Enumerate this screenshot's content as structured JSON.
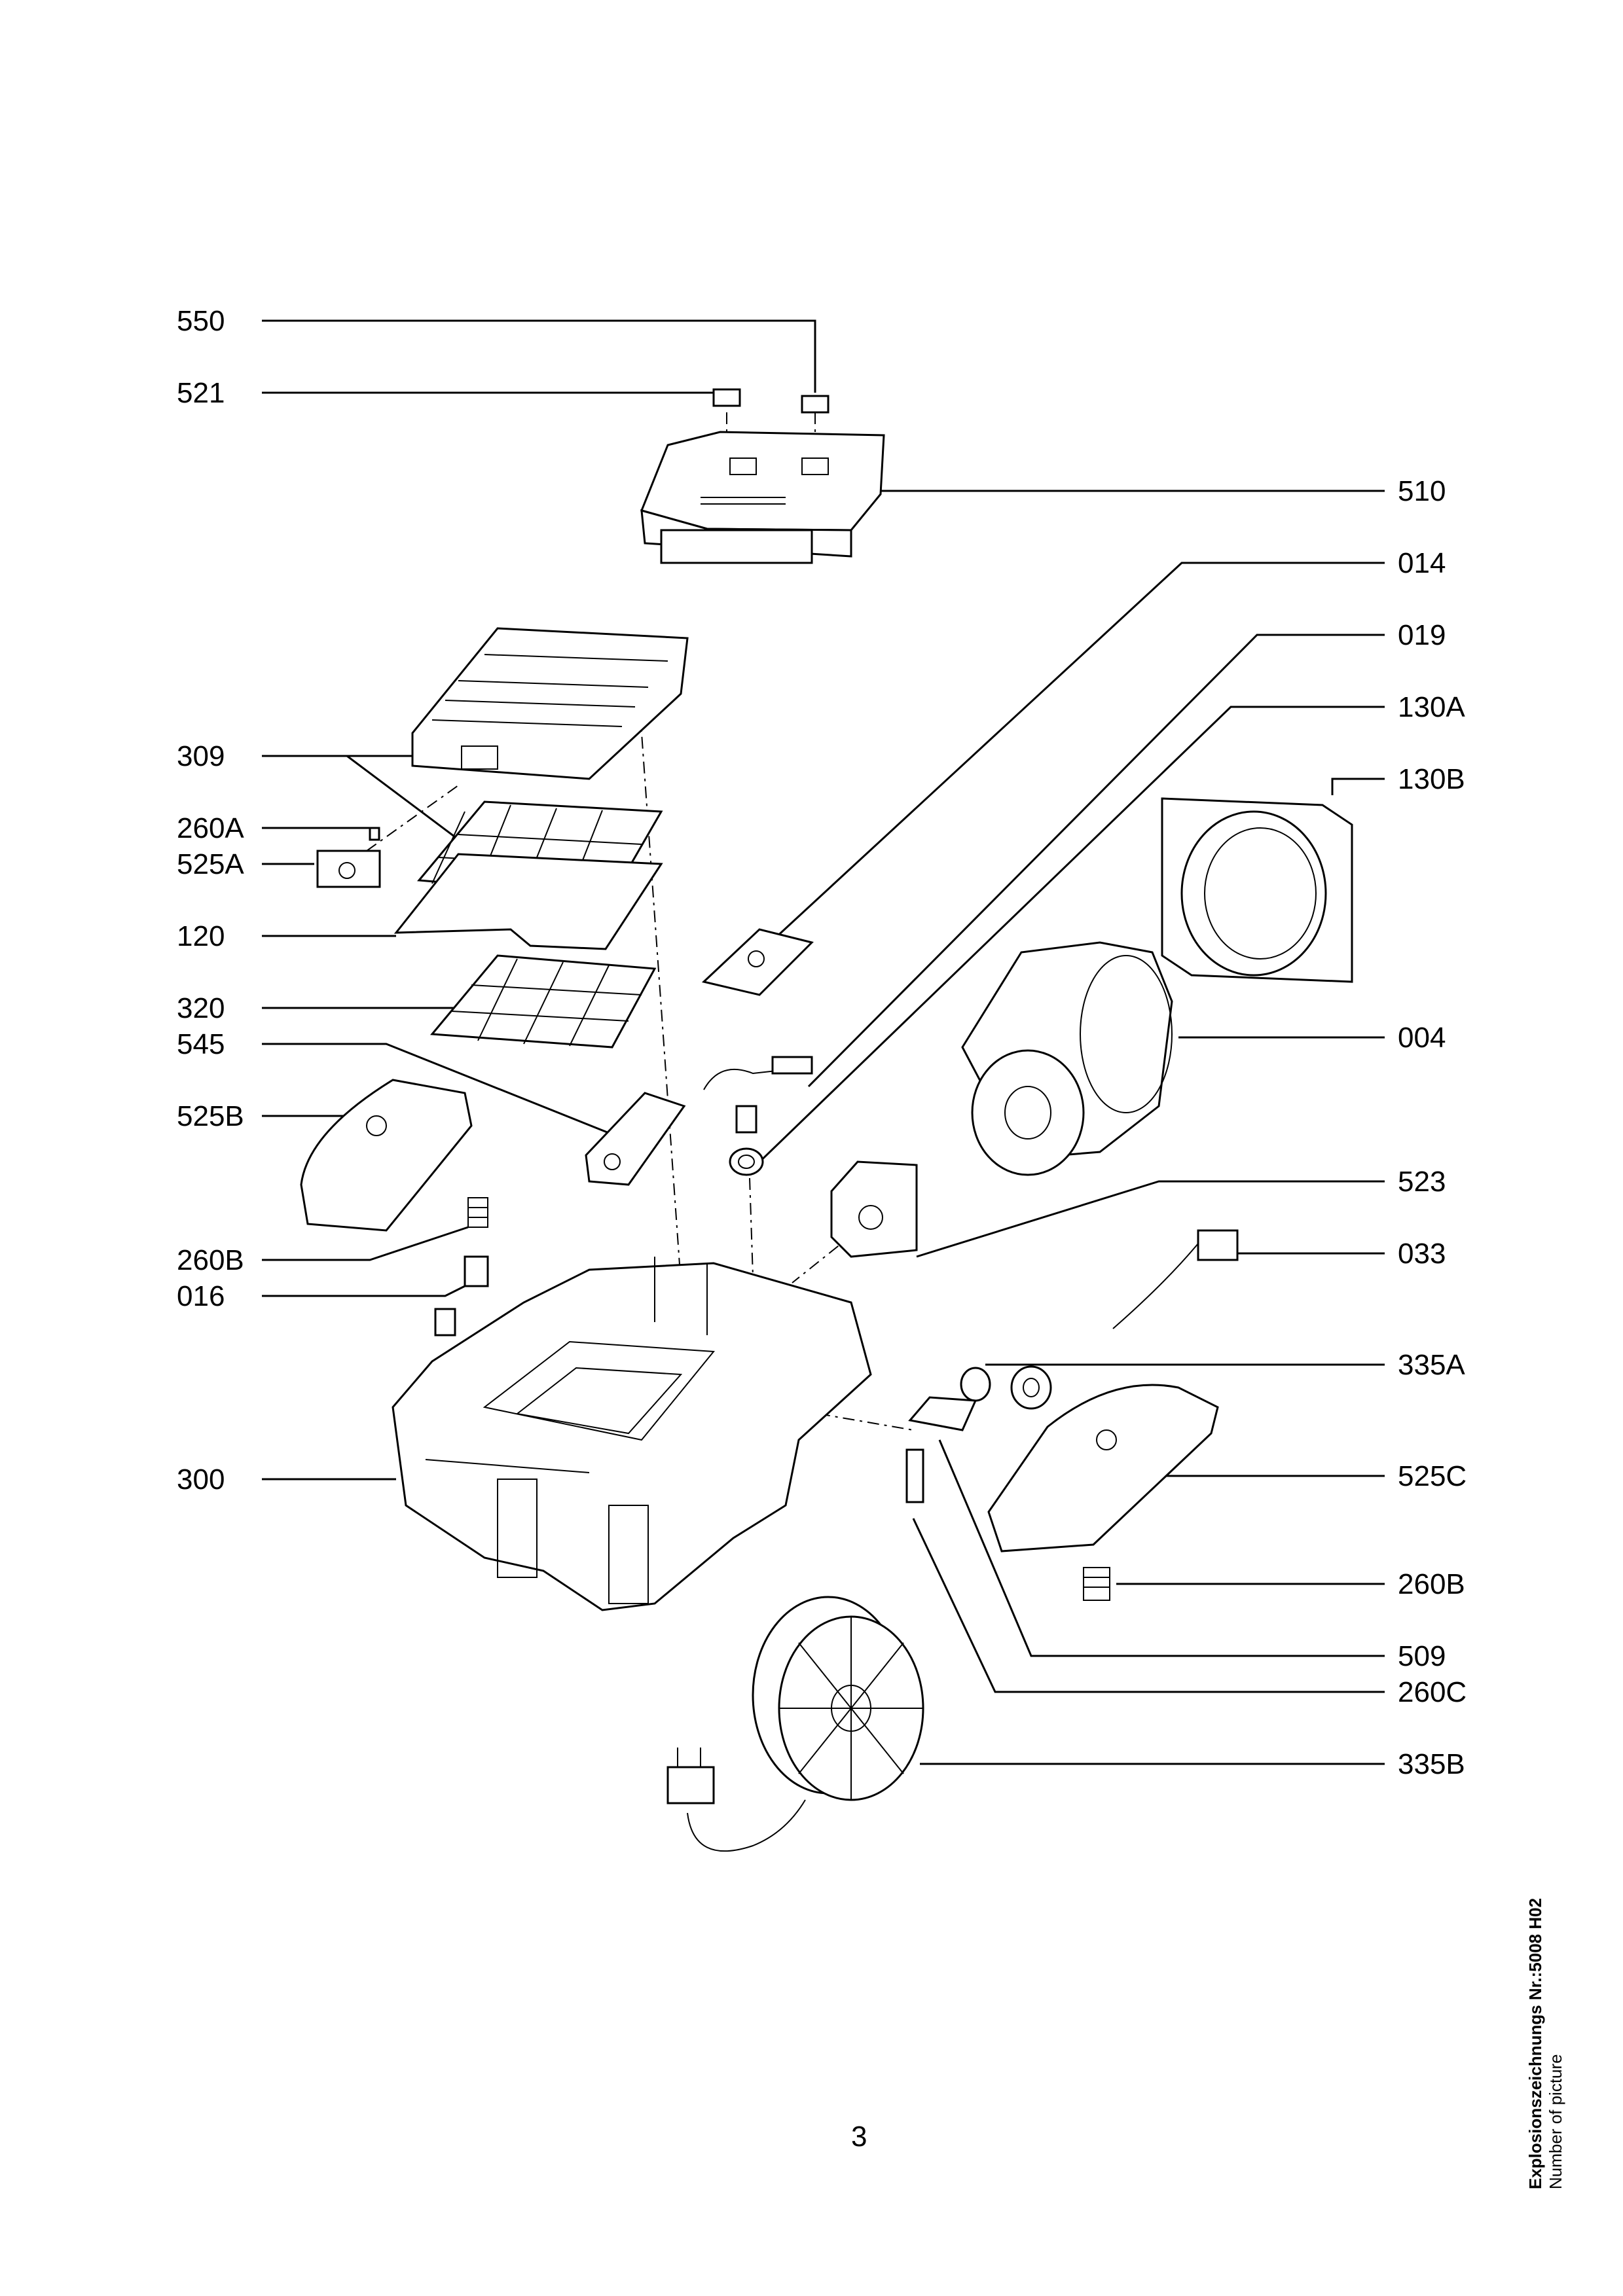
{
  "labels_left": [
    "550",
    "521",
    "309",
    "260A",
    "525A",
    "120",
    "320",
    "545",
    "525B",
    "260B",
    "016",
    "300"
  ],
  "labels_right": [
    "510",
    "014",
    "019",
    "130A",
    "130B",
    "004",
    "523",
    "033",
    "335A",
    "525C",
    "260B",
    "509",
    "260C",
    "335B"
  ],
  "footer": {
    "title": "Explosionszeichnungs Nr.:5008 H02",
    "subtitle": "Number of picture"
  },
  "page_number": "3"
}
